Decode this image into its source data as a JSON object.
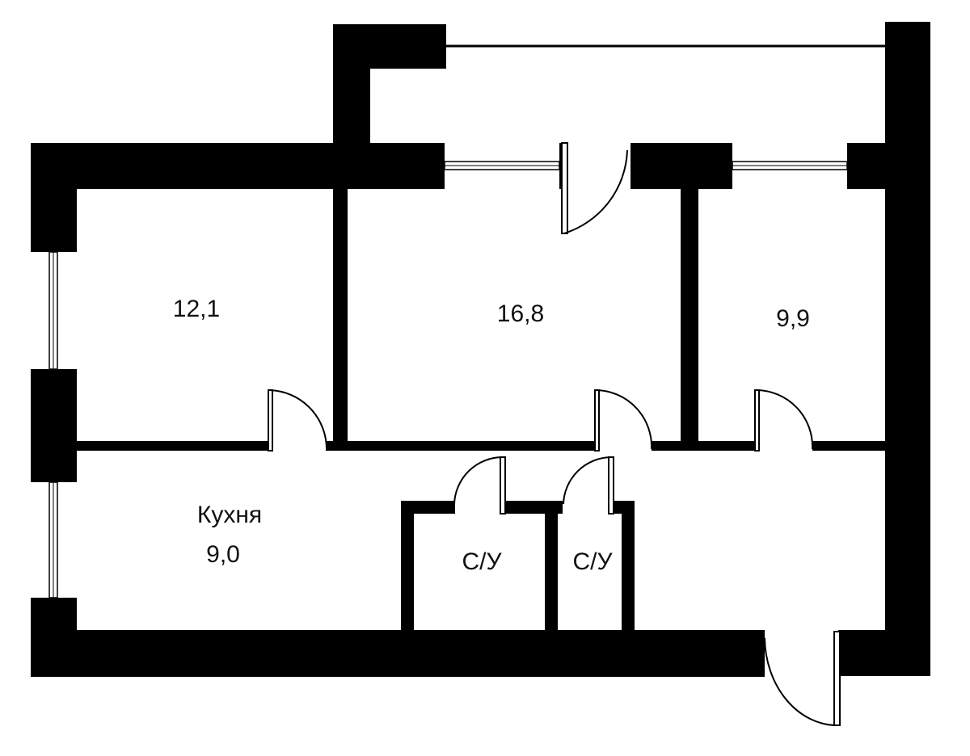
{
  "rooms": {
    "bedroom_left": {
      "area": "12,1"
    },
    "living_room": {
      "area": "16,8"
    },
    "bedroom_right": {
      "area": "9,9"
    },
    "kitchen": {
      "name": "Кухня",
      "area": "9,0"
    },
    "bathroom_1": {
      "name": "С/У"
    },
    "bathroom_2": {
      "name": "С/У"
    }
  },
  "colors": {
    "wall": "#000000",
    "background": "#ffffff"
  }
}
